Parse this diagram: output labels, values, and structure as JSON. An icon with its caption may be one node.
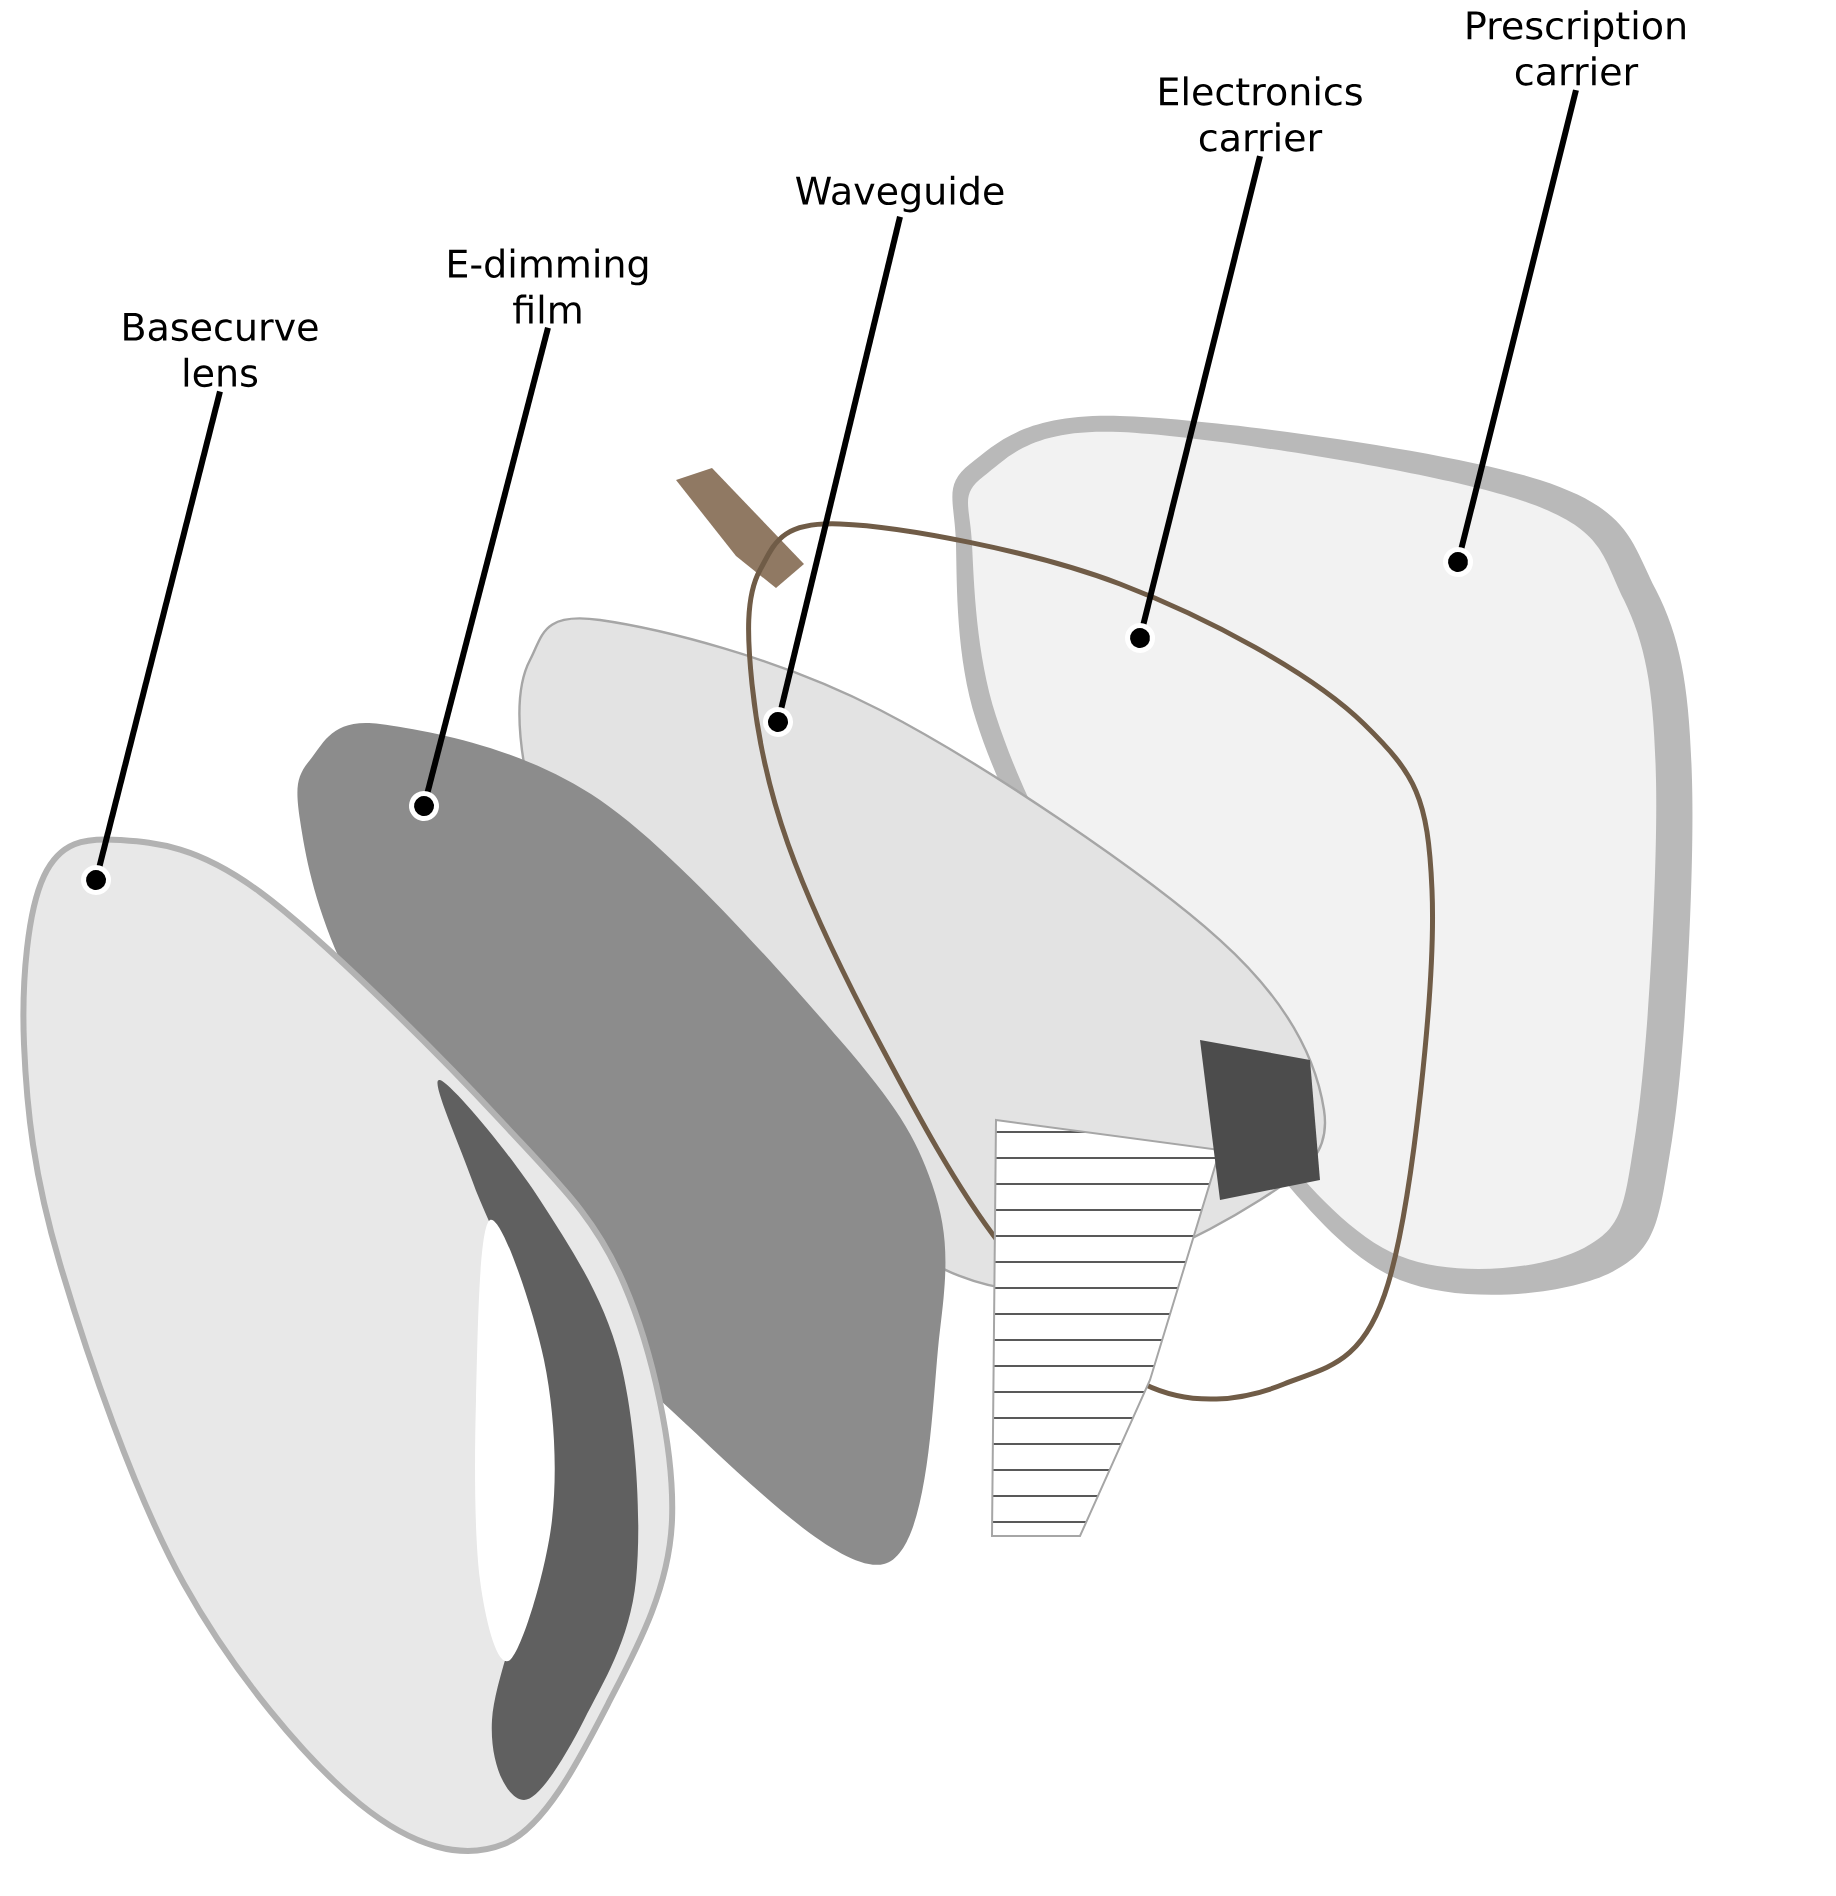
{
  "diagram": {
    "nodes": [
      {
        "text": [
          "Basecurve lens"
        ]
      },
      {
        "text": [
          "E-dimming film"
        ]
      },
      {
        "text": [
          "Waveguide"
        ]
      },
      {
        "text": [
          "Electronics carrier"
        ]
      },
      {
        "text": [
          "Prescription carrier"
        ]
      }
    ],
    "edges": [
      {
        "from": 0,
        "to": null,
        "arrow": "other"
      },
      {
        "from": 1,
        "to": null,
        "arrow": "other"
      },
      {
        "from": 2,
        "to": null,
        "arrow": "other"
      },
      {
        "from": 3,
        "to": null,
        "arrow": "other"
      },
      {
        "from": 4,
        "to": null,
        "arrow": "other"
      }
    ]
  }
}
